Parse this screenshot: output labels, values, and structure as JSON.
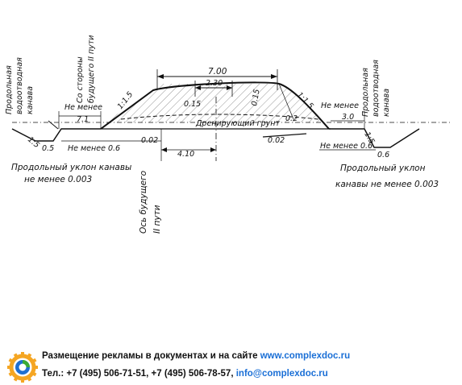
{
  "drawing": {
    "left_ditch_label": [
      "Продольная",
      "водоотводная",
      "канава"
    ],
    "future_track_top_label": [
      "Со стороны",
      "будущего II пути"
    ],
    "left_min_top": "Не менее",
    "left_dim_top": "7.1",
    "left_min_bottom": "Не менее 0.6",
    "left_slope_small": "1:5",
    "left_slope_main": "1:1.5",
    "left_bottom_width": "0.5",
    "left_grade": "0.02",
    "center_dim": "4.10",
    "top_width": "7.00",
    "top_inner_width": "2.30",
    "crown_left": "0.15",
    "crown_right": "0.15",
    "ballast_label": "Дренирующий грунт",
    "ballast_thickness": "0.2",
    "right_grade": "0.02",
    "right_min_top": "Не менее",
    "right_dim_top": "3.0",
    "right_slope_main": "1:1.5",
    "right_slope_small": "1:5",
    "right_min_bottom": "Не менее 0.6",
    "right_bottom_width": "0.6",
    "right_ditch_label": [
      "Продольная",
      "водоотводная",
      "канава"
    ],
    "left_slope_note": [
      "Продольный уклон канавы",
      "не менее 0.003"
    ],
    "right_slope_note": [
      "Продольный уклон",
      "канавы не менее 0.003"
    ],
    "future_track_axis_label": [
      "Ось будущего",
      "II пути"
    ]
  },
  "footer": {
    "line1_text": "Размещение рекламы в документах и на сайте ",
    "line1_link": "www.complexdoc.ru",
    "line2_text": "Тел.: +7 (495) 506-71-51, +7 (495) 506-78-57, ",
    "line2_link": "info@complexdoc.ru"
  },
  "colors": {
    "logo_ring": "#f5a623",
    "logo_green": "#3aaa35",
    "logo_blue": "#1f6fd1",
    "link": "#1a6fd6"
  }
}
